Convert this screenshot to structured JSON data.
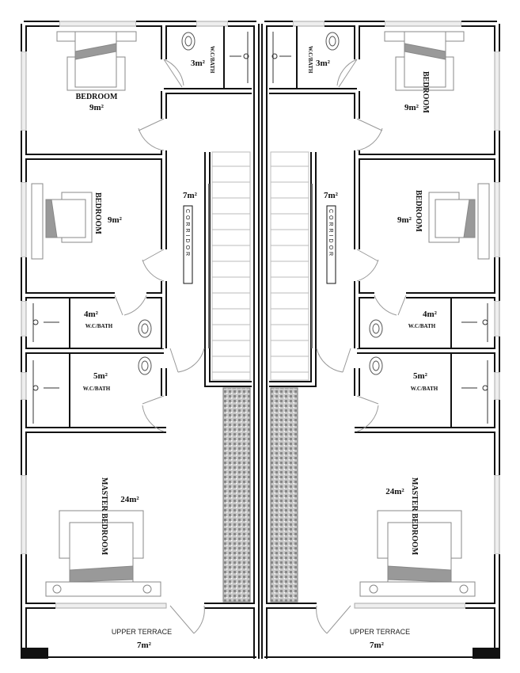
{
  "plan": {
    "left_unit": {
      "bedroom_top": {
        "name": "BEDROOM",
        "area": "9m²"
      },
      "wc_top": {
        "name": "W.C/BATH",
        "area": "3m²"
      },
      "corridor": {
        "name": "CORRIDOR",
        "area": "7m²"
      },
      "bedroom_mid": {
        "name": "BEDROOM",
        "area": "9m²"
      },
      "wc_mid": {
        "name": "W.C/BATH",
        "area": "4m²"
      },
      "wc_low": {
        "name": "W.C/BATH",
        "area": "5m²"
      },
      "master": {
        "name": "MASTER BEDROOM",
        "area": "24m²"
      },
      "terrace": {
        "name": "UPPER TERRACE",
        "area": "7m²"
      }
    },
    "right_unit": {
      "bedroom_top": {
        "name": "BEDROOM",
        "area": "9m²"
      },
      "wc_top": {
        "name": "W.C/BATH",
        "area": "3m²"
      },
      "corridor": {
        "name": "CORRIDOR",
        "area": "7m²"
      },
      "bedroom_mid": {
        "name": "BEDROOM",
        "area": "9m²"
      },
      "wc_mid": {
        "name": "W.C/BATH",
        "area": "4m²"
      },
      "wc_low": {
        "name": "W.C/BATH",
        "area": "5m²"
      },
      "master": {
        "name": "MASTER BEDROOM",
        "area": "24m²"
      },
      "terrace": {
        "name": "UPPER TERRACE",
        "area": "7m²"
      }
    }
  }
}
